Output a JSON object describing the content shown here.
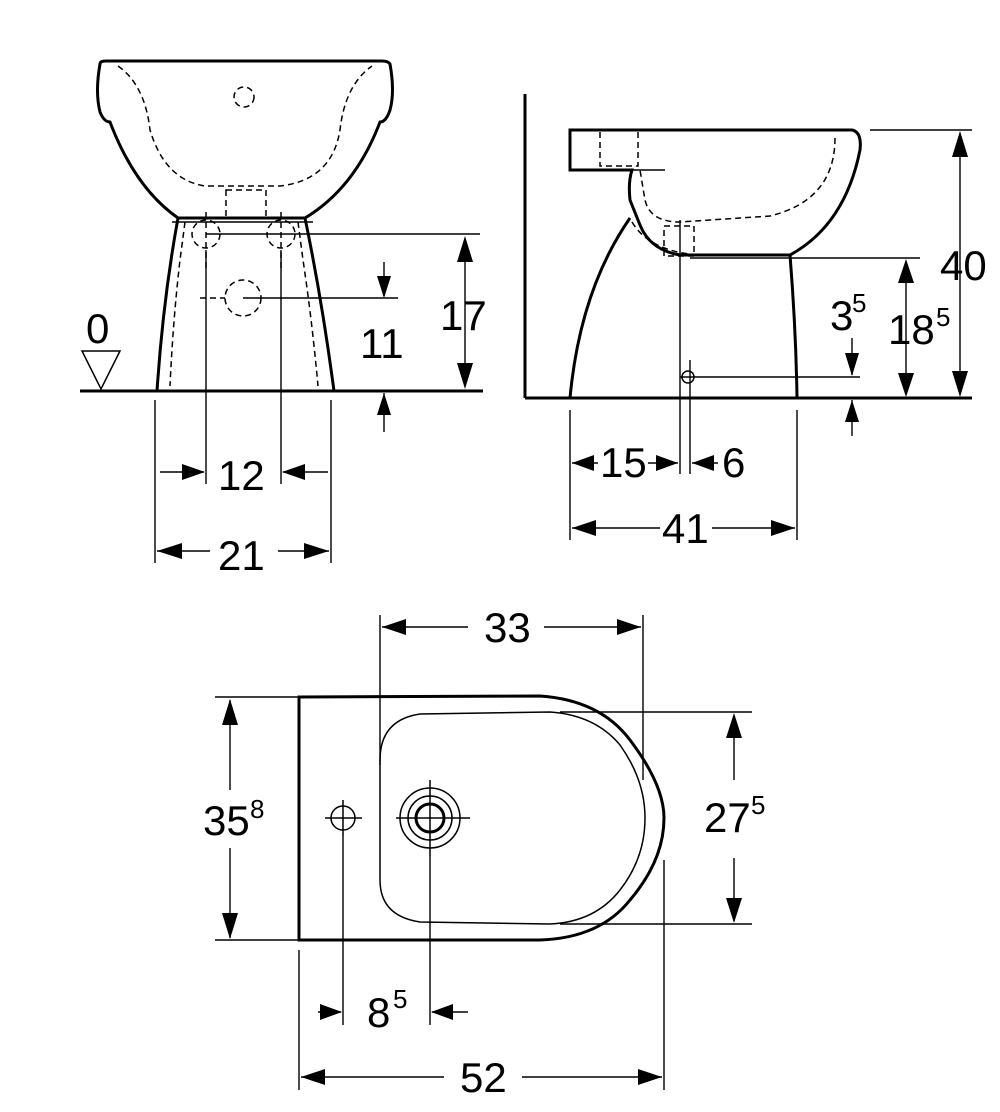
{
  "front_view": {
    "level_label": "0",
    "dim_height_upper": "17",
    "dim_height_lower": "11",
    "dim_inner_width": "12",
    "dim_outer_width": "21"
  },
  "side_view": {
    "dim_total_height": "40",
    "dim_waste_height_main": "18",
    "dim_waste_height_sup": "5",
    "dim_small_height_main": "3",
    "dim_small_height_sup": "5",
    "dim_offset_left": "15",
    "dim_offset_right": "6",
    "dim_depth": "41"
  },
  "top_view": {
    "dim_bowl_length": "33",
    "dim_width_main": "35",
    "dim_width_sup": "8",
    "dim_bowl_width_main": "27",
    "dim_bowl_width_sup": "5",
    "dim_tap_offset_main": "8",
    "dim_tap_offset_sup": "5",
    "dim_total_length": "52"
  }
}
